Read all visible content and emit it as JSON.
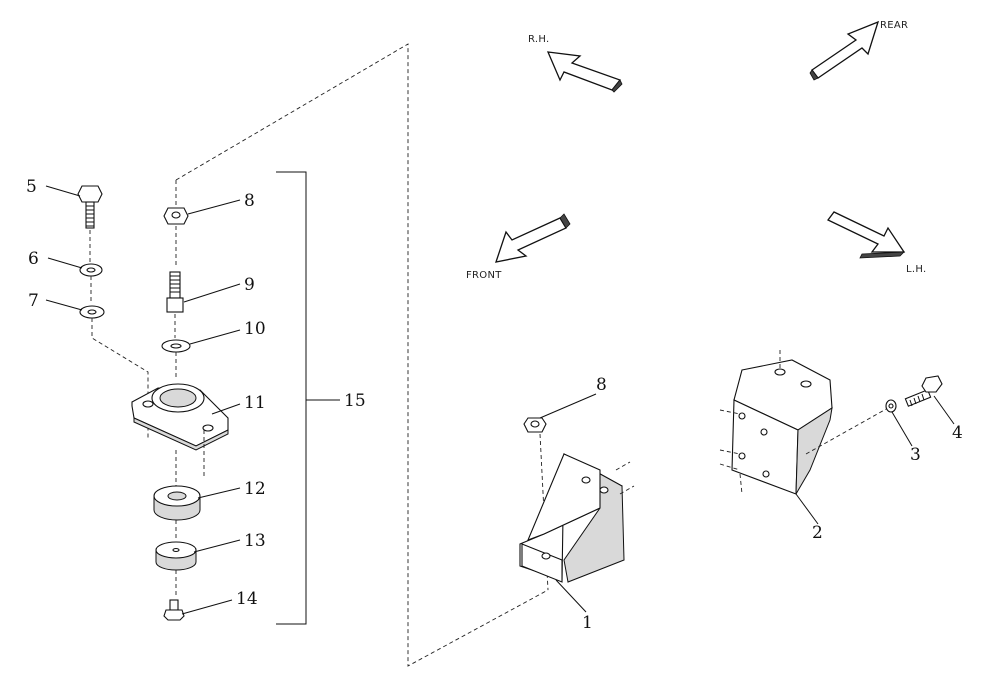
{
  "diagram": {
    "directions": {
      "rh": "R.H.",
      "rear": "REAR",
      "front": "FRONT",
      "lh": "L.H."
    },
    "callouts": {
      "c1": "1",
      "c2": "2",
      "c3": "3",
      "c4": "4",
      "c5": "5",
      "c6": "6",
      "c7": "7",
      "c8a": "8",
      "c8b": "8",
      "c9": "9",
      "c10": "10",
      "c11": "11",
      "c12": "12",
      "c13": "13",
      "c14": "14",
      "c15": "15"
    }
  }
}
